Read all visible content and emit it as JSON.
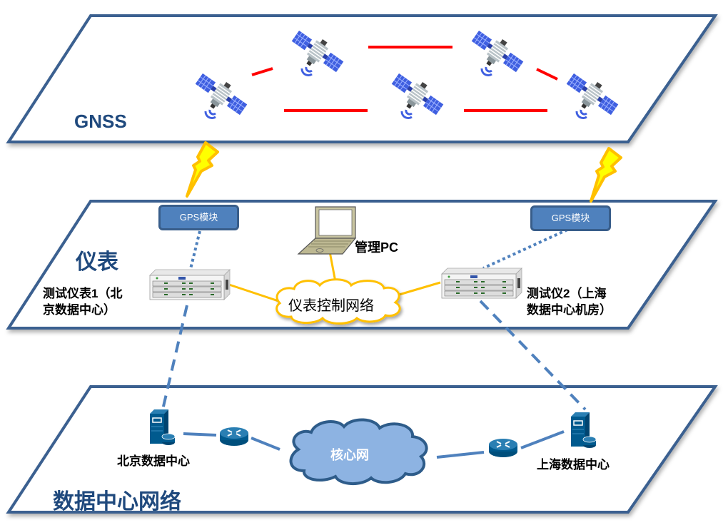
{
  "layers": {
    "gnss": {
      "title": "GNSS"
    },
    "instrument": {
      "title": "仪表"
    },
    "datacenter": {
      "title": "数据中心网络"
    }
  },
  "gnss": {
    "satellites": [
      {
        "id": "sat-1",
        "icon": "satellite-icon"
      },
      {
        "id": "sat-2",
        "icon": "satellite-icon"
      },
      {
        "id": "sat-3",
        "icon": "satellite-icon"
      },
      {
        "id": "sat-4",
        "icon": "satellite-icon"
      },
      {
        "id": "sat-5",
        "icon": "satellite-icon"
      }
    ],
    "link_color": "#ff0000"
  },
  "instrument": {
    "gps_left": "GPS模块",
    "gps_right": "GPS模块",
    "pc_label": "管理PC",
    "control_network": "仪表控制网络",
    "tester1_line1": "测试仪表1（北",
    "tester1_line2": "京数据中心）",
    "tester2_line1": "测试仪2（上海",
    "tester2_line2": "数据中心机房）"
  },
  "datacenter": {
    "beijing": "北京数据中心",
    "shanghai": "上海数据中心",
    "core": "核心网"
  },
  "colors": {
    "frame": "#3a6090",
    "title": "#1f497d",
    "gps_fill": "#4f81bd",
    "control_link": "#ffc000",
    "dc_link": "#4f81bd",
    "core_fill": "#8db3e2",
    "device": "#005a8e",
    "lightning": "#ffff00"
  }
}
